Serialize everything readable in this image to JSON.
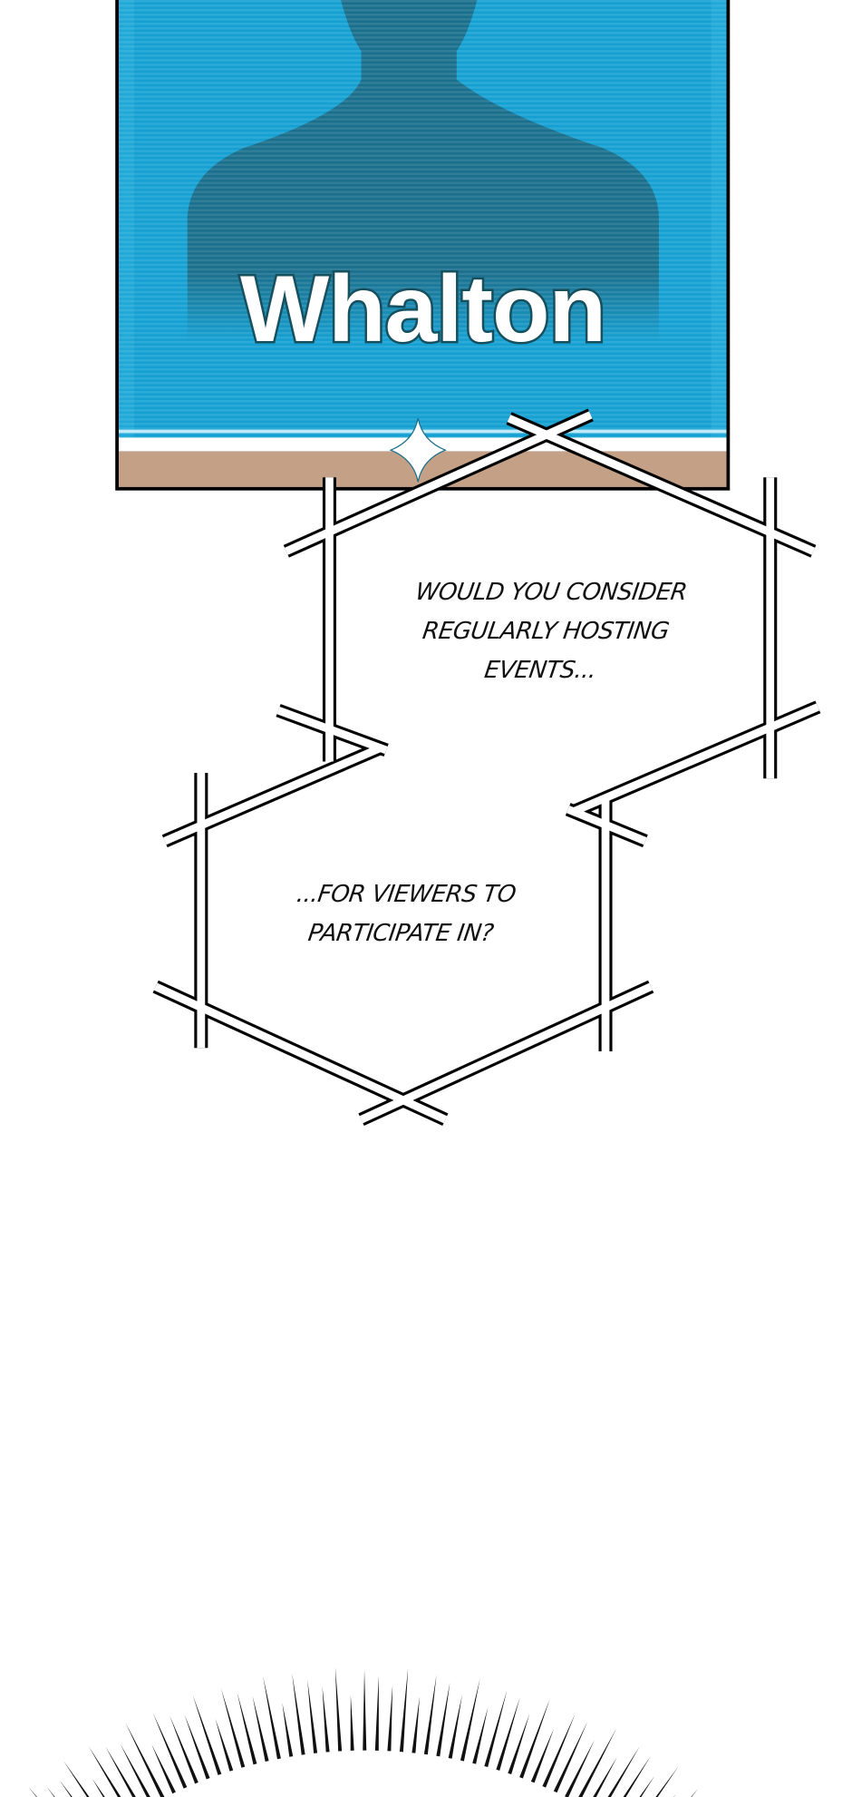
{
  "panel": {
    "character_name": "Whalton",
    "colors": {
      "screen_blue": "#1fa8d8",
      "silhouette": "#1a6f8c",
      "border": "#000000",
      "ledge": "#c4a086",
      "outline": "#16505e"
    }
  },
  "bubbles": [
    {
      "lines": [
        "WOULD YOU CONSIDER",
        "REGULARLY HOSTING",
        "EVENTS..."
      ]
    },
    {
      "lines": [
        "...FOR VIEWERS TO",
        "PARTICIPATE IN?"
      ]
    }
  ]
}
